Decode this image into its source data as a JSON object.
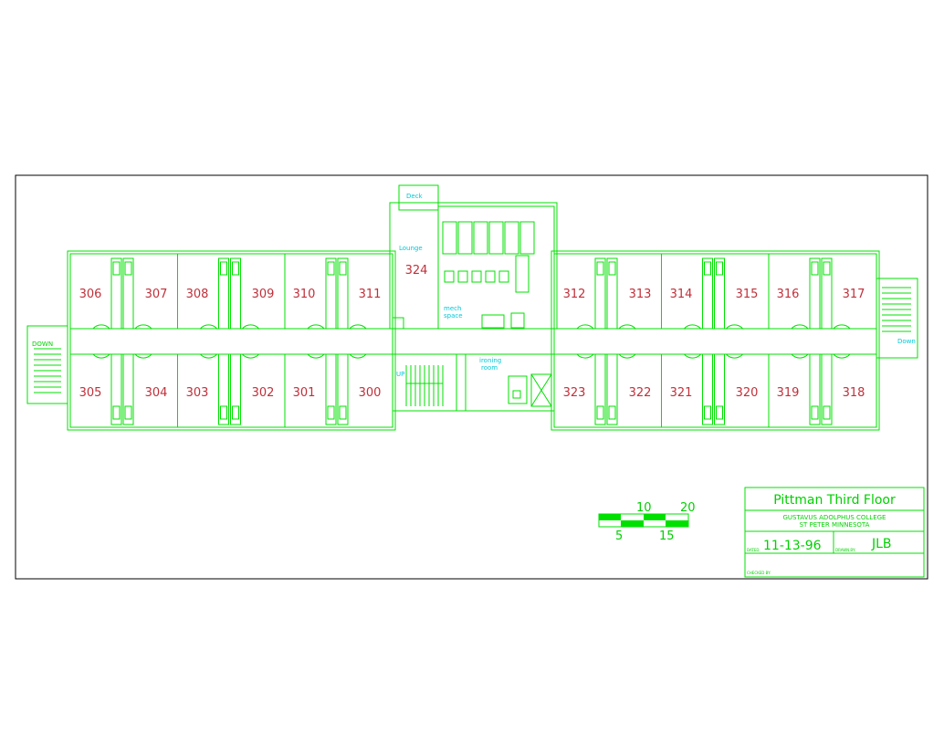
{
  "plan": {
    "title": "Pittman Third Floor",
    "institution_line1": "GUSTAVUS ADOLPHUS COLLEGE",
    "institution_line2": "ST PETER MINNESOTA",
    "dated_label": "DATED",
    "date": "11-13-96",
    "drawn_by_label": "DRAWN BY:",
    "drawn_by": "JLB",
    "checked_by_label": "CHECKED BY:"
  },
  "rooms": {
    "left_top": [
      "306",
      "307",
      "308",
      "309",
      "310",
      "311"
    ],
    "left_bottom": [
      "305",
      "304",
      "303",
      "302",
      "301",
      "300"
    ],
    "right_top": [
      "312",
      "313",
      "314",
      "315",
      "316",
      "317"
    ],
    "right_bottom": [
      "323",
      "322",
      "321",
      "320",
      "319",
      "318"
    ],
    "lounge_number": "324"
  },
  "labels": {
    "deck": "Deck",
    "lounge": "Lounge",
    "mech": "mech",
    "space": "space",
    "ironing": "ironing",
    "room": "room",
    "up": "UP",
    "down_left": "DOWN",
    "down_right": "Down"
  },
  "scale": {
    "top_ticks": [
      "10",
      "20"
    ],
    "bottom_ticks": [
      "5",
      "15"
    ]
  },
  "colors": {
    "line": "#00e000",
    "room_number": "#c0303a",
    "annotation": "#00c8d8"
  }
}
